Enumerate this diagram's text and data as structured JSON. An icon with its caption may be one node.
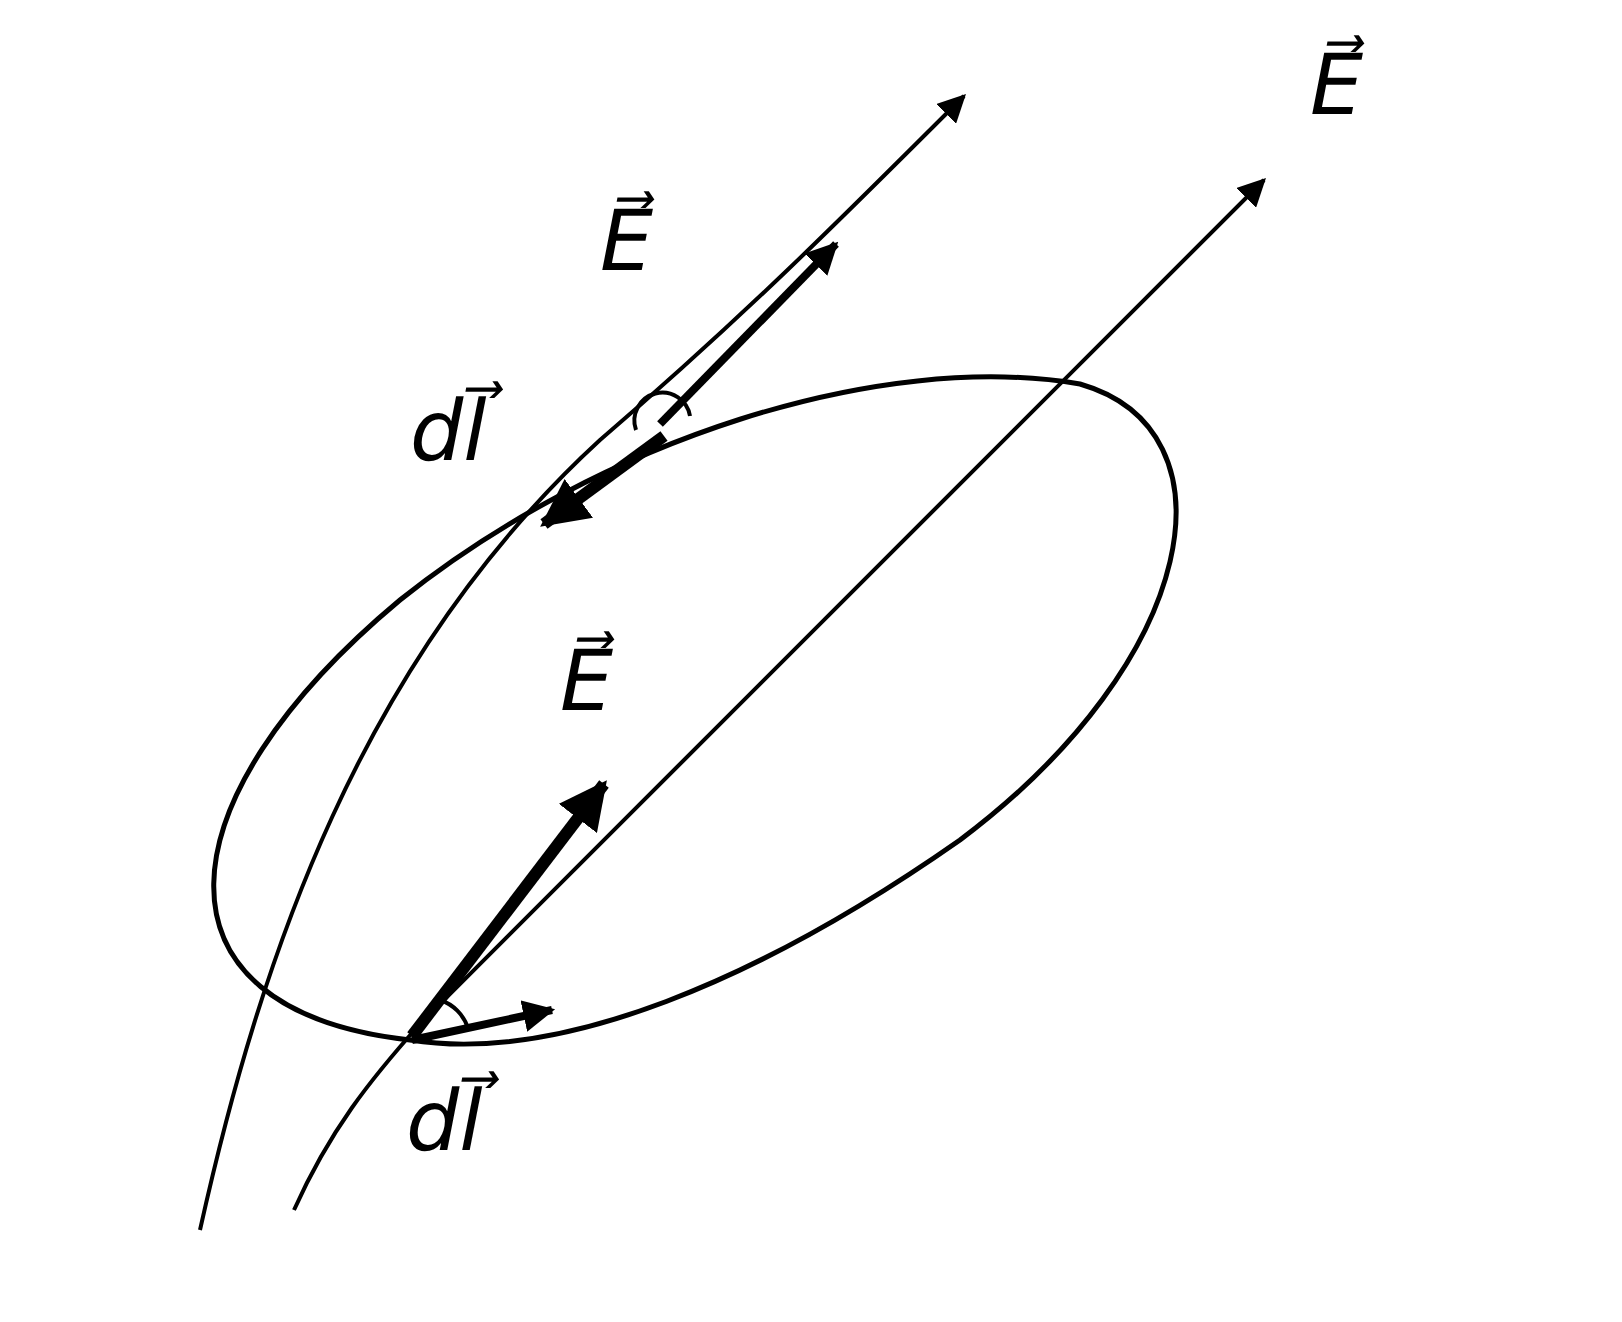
{
  "diagram": {
    "labels": [
      "E⃗",
      "E⃗",
      "dl⃗",
      "E⃗",
      "dl⃗"
    ]
  }
}
